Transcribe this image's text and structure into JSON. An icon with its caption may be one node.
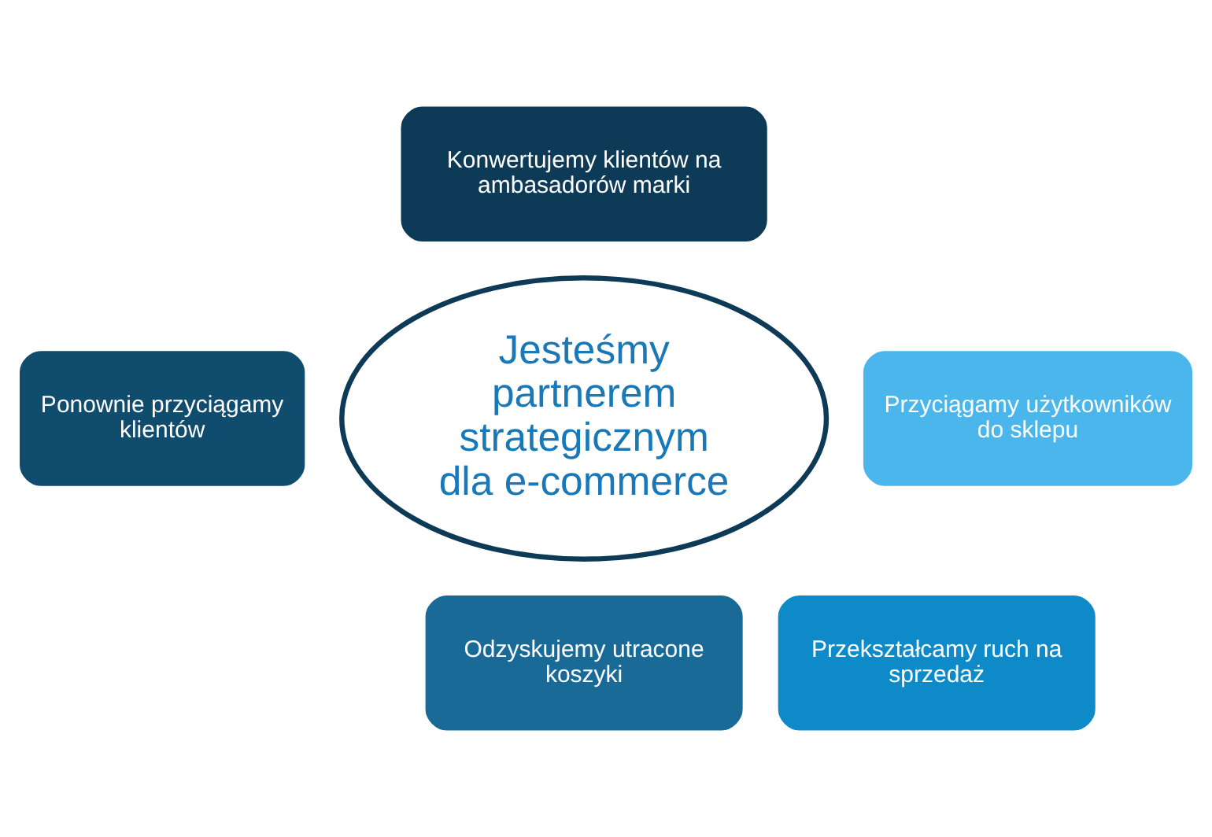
{
  "diagram": {
    "nodes": [
      {
        "text": [
          "Konwertujemy klientów na ambasadorów marki"
        ]
      },
      {
        "text": [
          "Ponownie przyciągamy klientów"
        ]
      },
      {
        "text": [
          "Jesteśmy partnerem strategicznym dla e-commerce"
        ]
      },
      {
        "text": [
          "Przyciągamy użytkowników do sklepu"
        ]
      },
      {
        "text": [
          "Odzyskujemy utracone koszyki"
        ]
      },
      {
        "text": [
          "Przekształcamy ruch na sprzedaż"
        ]
      }
    ]
  }
}
